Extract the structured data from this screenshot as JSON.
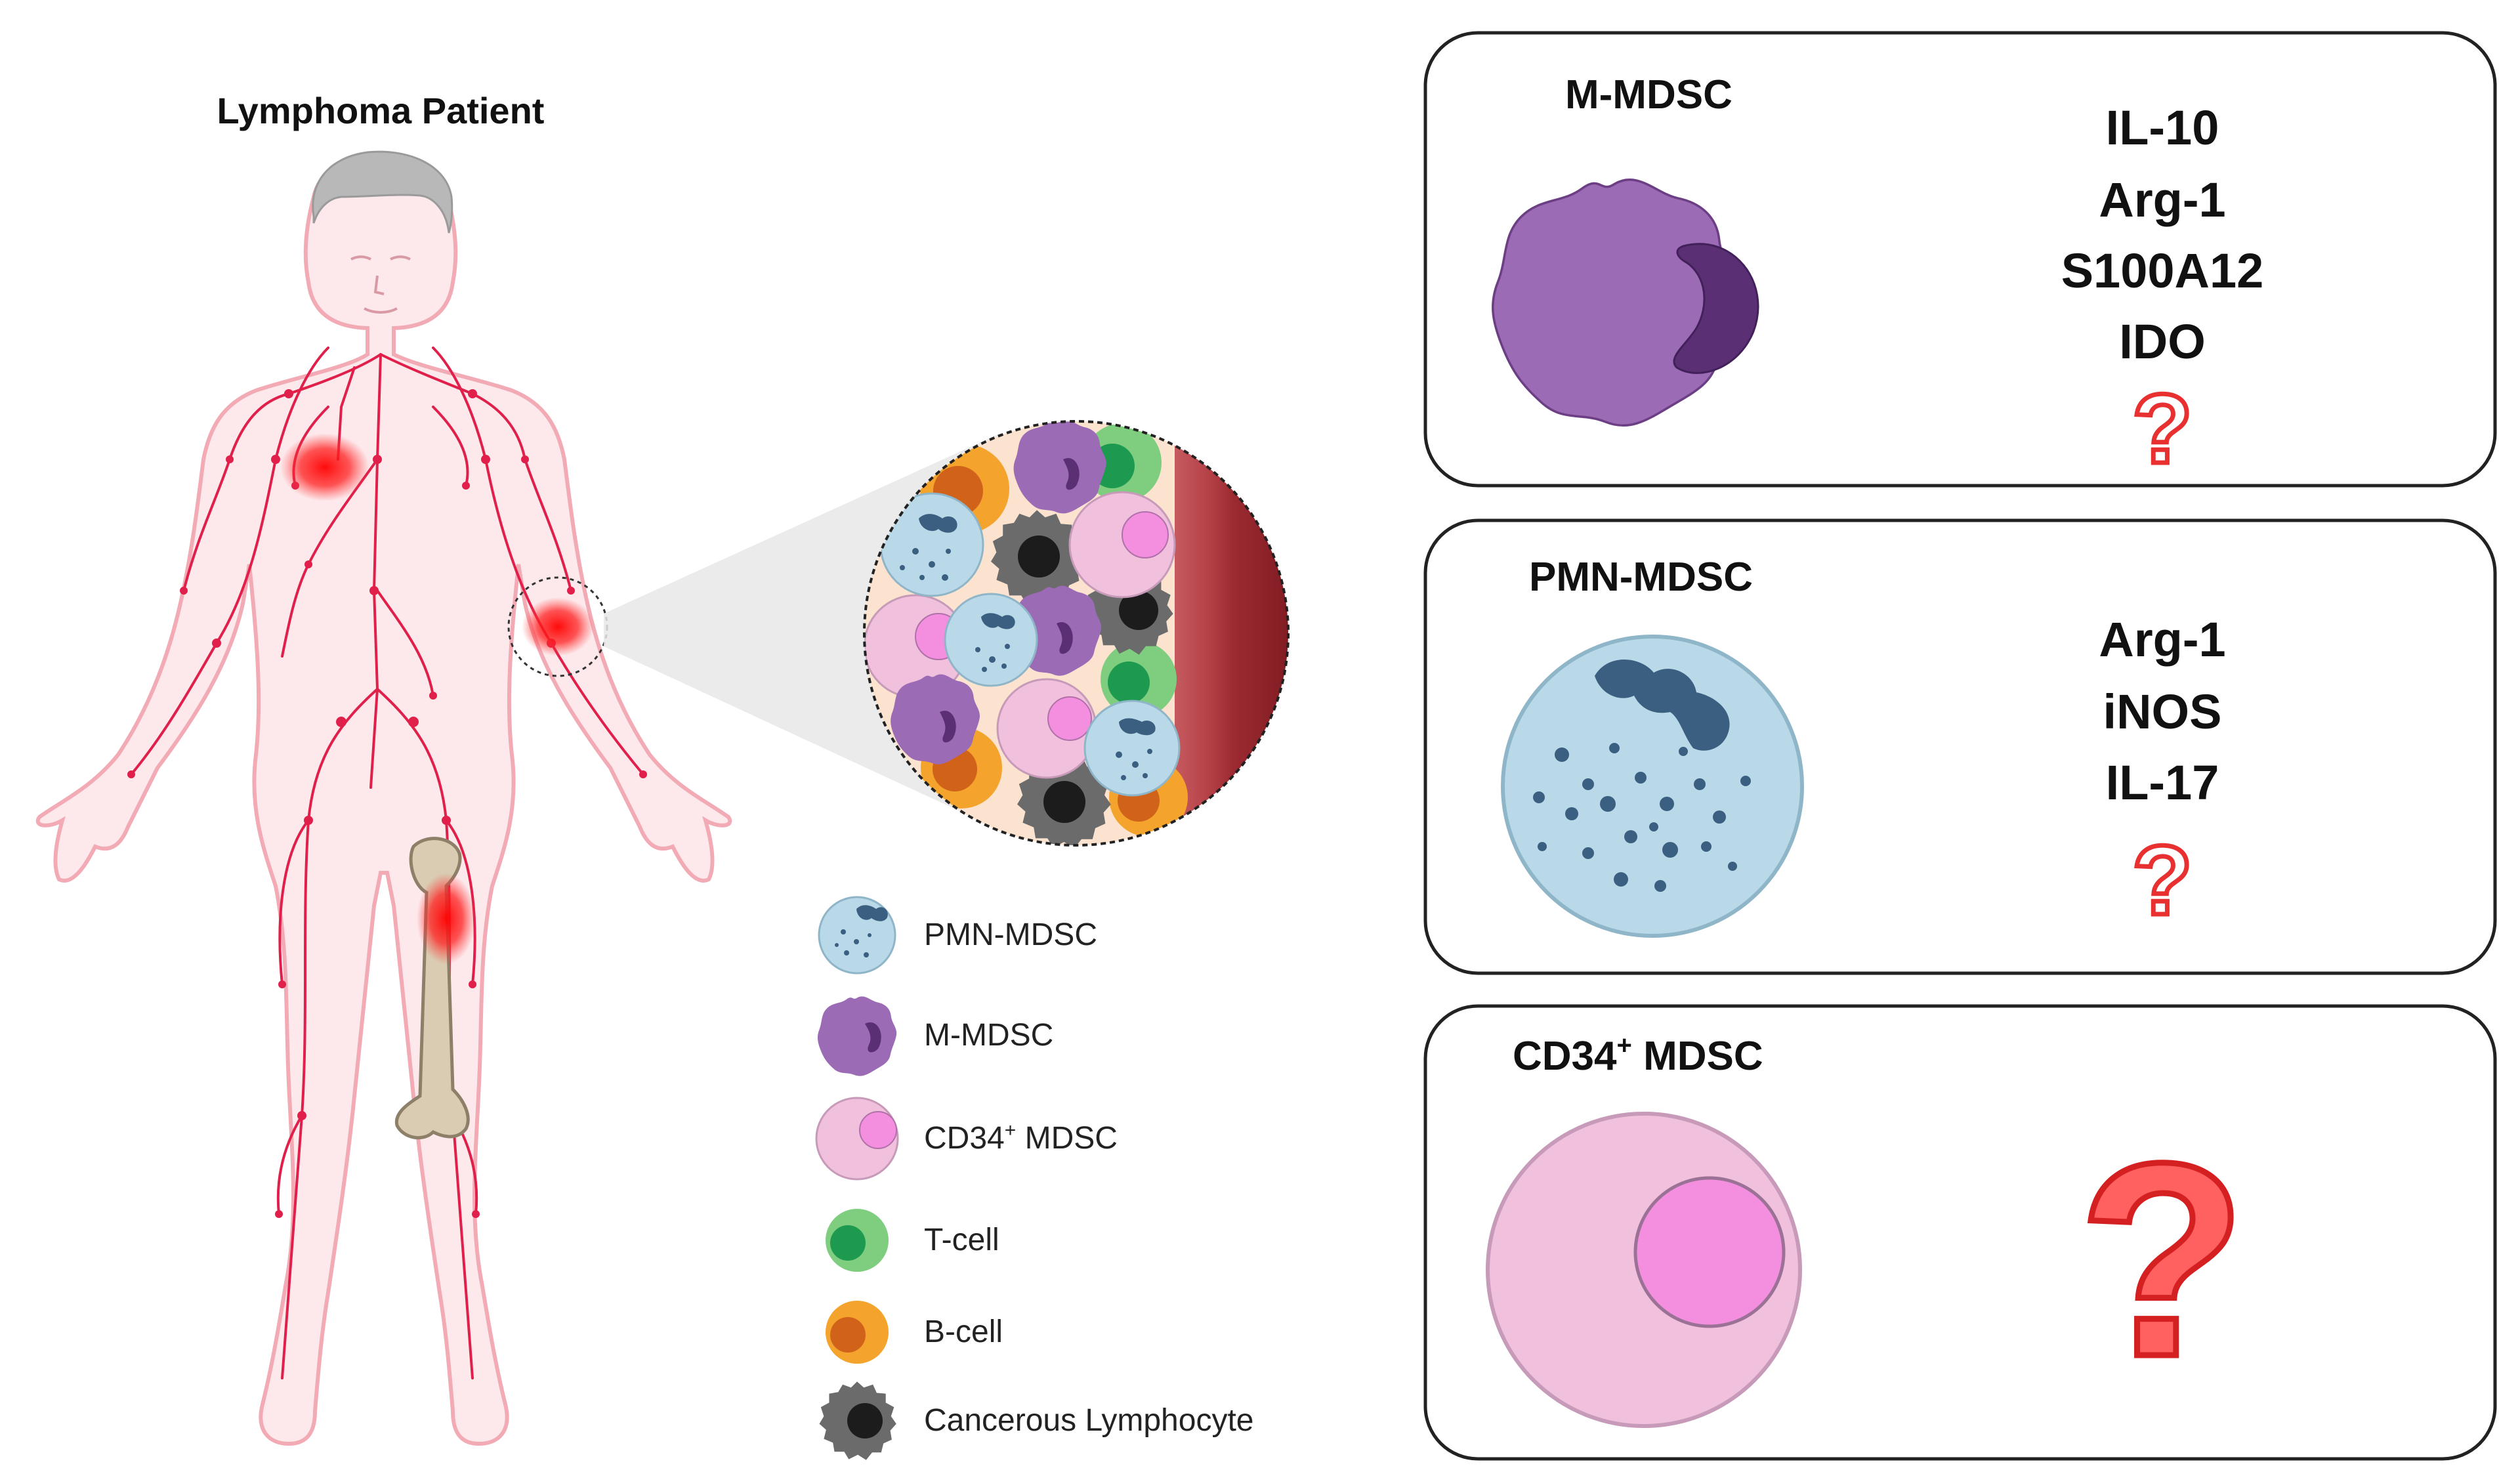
{
  "patient_title": "Lymphoma Patient",
  "legend": [
    {
      "label": "PMN-MDSC"
    },
    {
      "label": "M-MDSC"
    },
    {
      "label": "CD34",
      "sup": "+",
      "suffix": " MDSC"
    },
    {
      "label": "T-cell"
    },
    {
      "label": "B-cell"
    },
    {
      "label": "Cancerous Lymphocyte"
    }
  ],
  "panels": [
    {
      "title": "M-MDSC",
      "markers": [
        "IL-10",
        "Arg-1",
        "S100A12",
        "IDO"
      ],
      "question": "?"
    },
    {
      "title": "PMN-MDSC",
      "markers": [
        "Arg-1",
        "iNOS",
        "IL-17"
      ],
      "question": "?"
    },
    {
      "title": "CD34",
      "title_sup": "+",
      "title_suffix": " MDSC",
      "markers": [],
      "question": "?"
    }
  ],
  "colors": {
    "lymph_red": "#e0204a",
    "tumor_red": "#ff1a1a",
    "body_outline": "#f2aab5",
    "m_mdsc": "#9b6bb5",
    "m_mdsc_nucleus": "#5b2f74",
    "pmn_mdsc": "#b9d9e8",
    "pmn_granule": "#3b5f80",
    "cd34": "#f0c0dc",
    "cd34_nucleus": "#f48fe0",
    "t_cell": "#7fce7f",
    "t_cell_nucleus": "#1e9a50",
    "b_cell": "#f4a32c",
    "b_cell_nucleus": "#d0621a",
    "cancer": "#6b6b6b",
    "cancer_nucleus": "#1c1c1c",
    "vessel": "#8e1e24",
    "question_red": "#e83030"
  }
}
